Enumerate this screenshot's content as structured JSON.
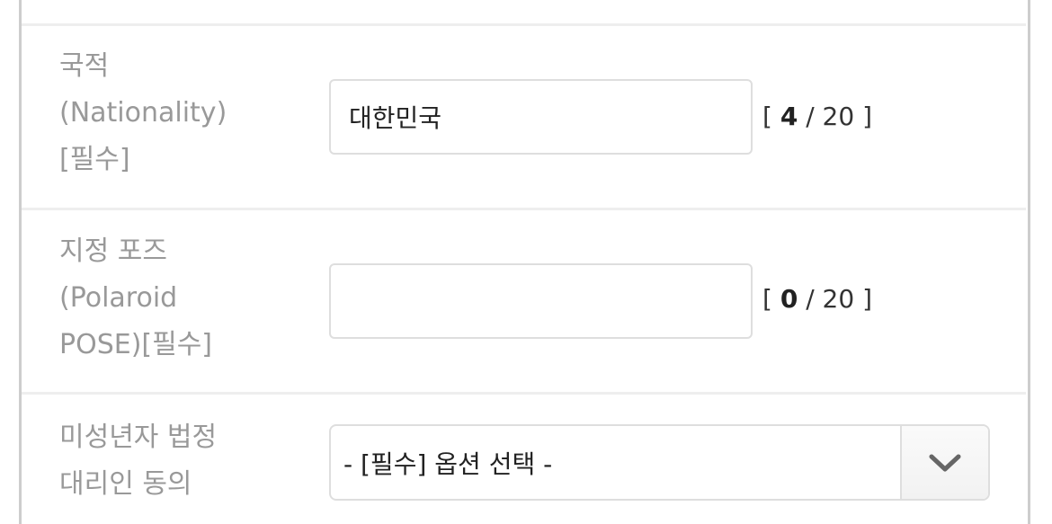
{
  "form": {
    "rows": [
      {
        "label_lines": [
          "국적",
          "(Nationality)",
          "[필수]"
        ],
        "input": {
          "value": "대한민국",
          "placeholder": ""
        },
        "counter": {
          "open": "[ ",
          "current": "4",
          "sep": " / ",
          "max": "20",
          "close": " ]"
        }
      },
      {
        "label_lines": [
          "지정 포즈",
          "(Polaroid",
          "POSE)[필수]"
        ],
        "input": {
          "value": "",
          "placeholder": ""
        },
        "counter": {
          "open": "[ ",
          "current": "0",
          "sep": " / ",
          "max": "20",
          "close": " ]"
        }
      },
      {
        "label_lines": [
          "미성년자 법정",
          "대리인 동의"
        ],
        "select": {
          "selected": "- [필수] 옵션 선택 -",
          "icon": "chevron-down-icon"
        }
      }
    ]
  },
  "colors": {
    "label": "#999999",
    "border": "#dedede",
    "frame": "#cdcdcd",
    "separator": "#eeeeee",
    "text": "#222222"
  }
}
